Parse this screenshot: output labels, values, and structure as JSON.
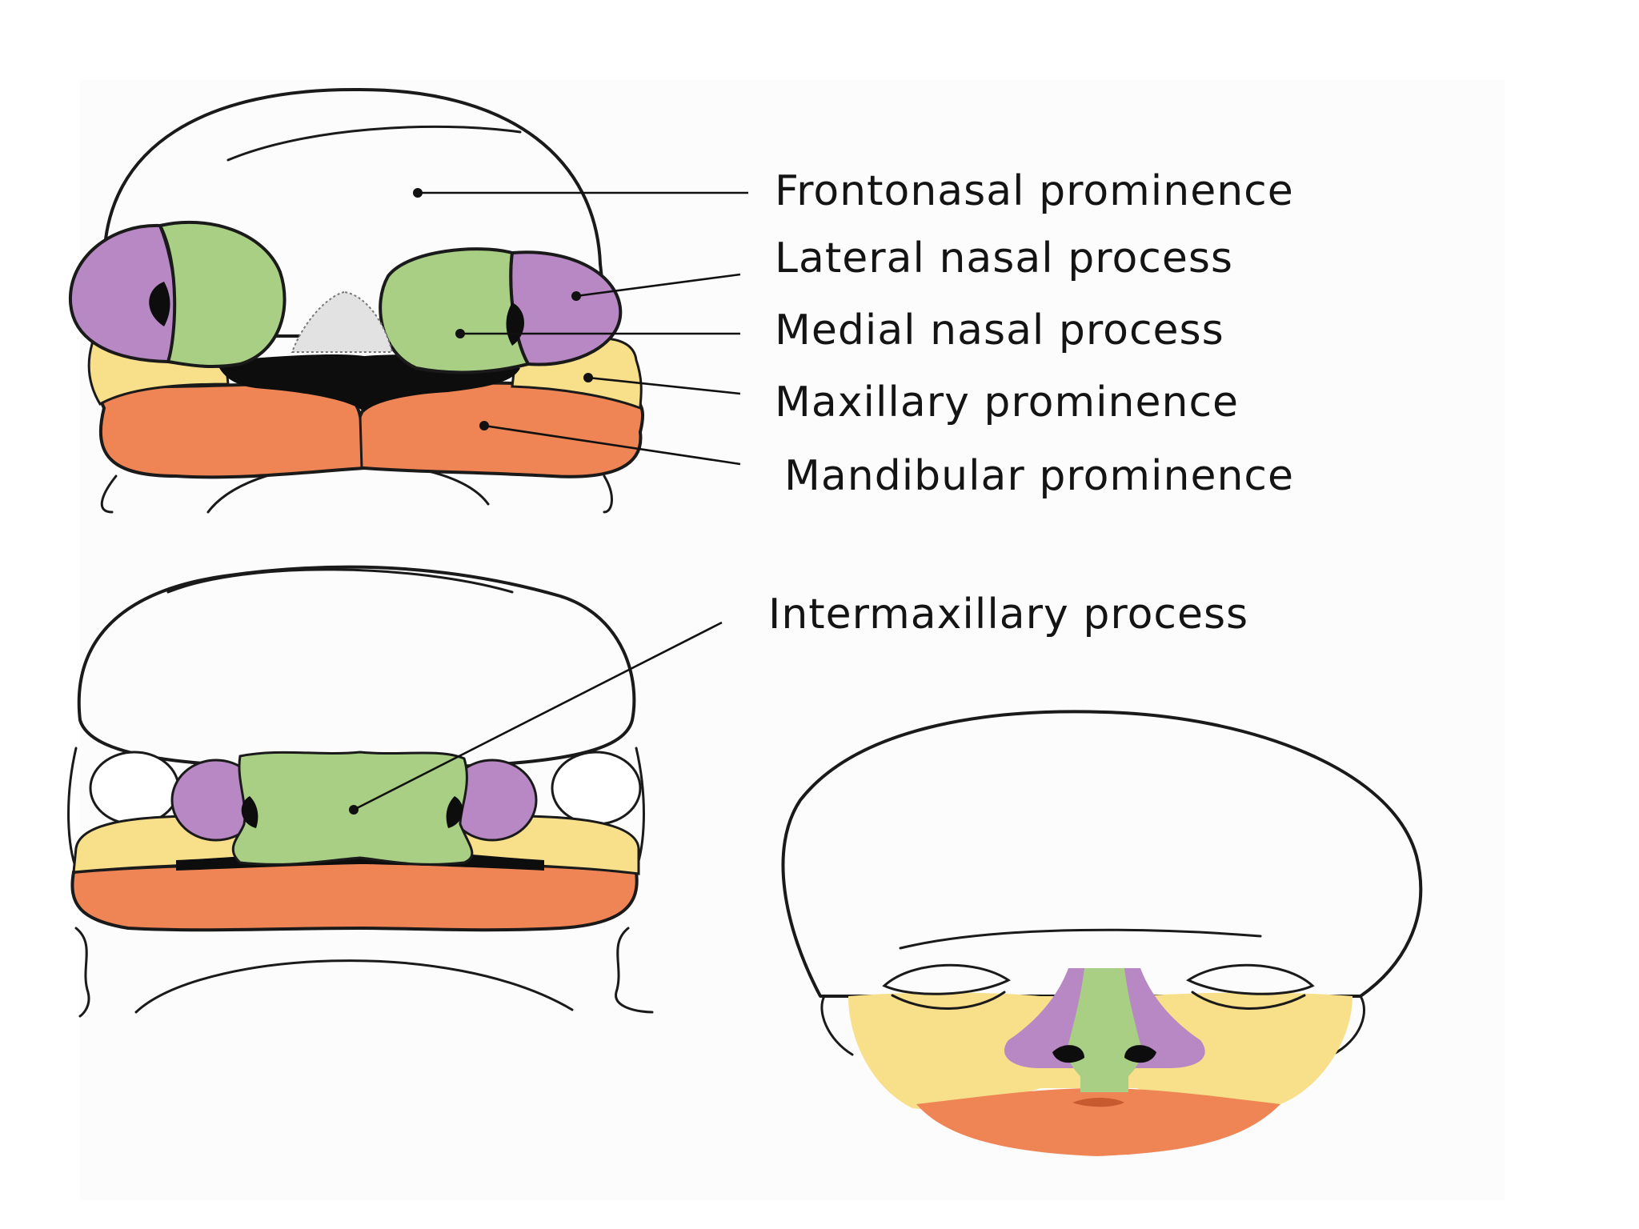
{
  "labels": {
    "frontonasal": "Frontonasal prominence",
    "lateral_nasal": "Lateral nasal process",
    "medial_nasal": "Medial nasal process",
    "maxillary": "Maxillary prominence",
    "mandibular": "Mandibular prominence",
    "intermaxillary": "Intermaxillary process"
  },
  "colors": {
    "lateral_nasal": "#b888c4",
    "medial_nasal": "#a8cf84",
    "maxillary": "#f8df8a",
    "mandibular": "#ef8455",
    "nasal_pit": "#e2e2e2",
    "outline": "#1a1a1a"
  }
}
